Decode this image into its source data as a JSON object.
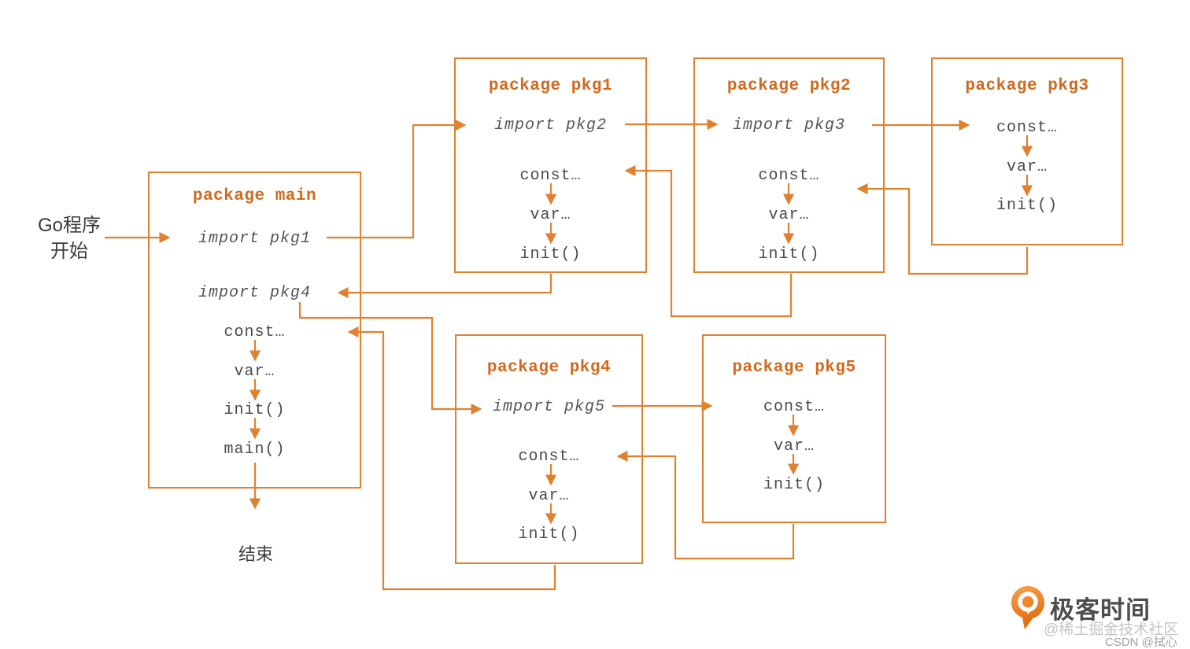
{
  "diagram": {
    "start_label_line1": "Go程序",
    "start_label_line2": "开始",
    "end_label": "结束",
    "boxes": {
      "main": {
        "title": "package main",
        "items": [
          "import pkg1",
          "import pkg4",
          "const…",
          "var…",
          "init()",
          "main()"
        ]
      },
      "pkg1": {
        "title": "package pkg1",
        "items": [
          "import pkg2",
          "const…",
          "var…",
          "init()"
        ]
      },
      "pkg2": {
        "title": "package pkg2",
        "items": [
          "import pkg3",
          "const…",
          "var…",
          "init()"
        ]
      },
      "pkg3": {
        "title": "package pkg3",
        "items": [
          "const…",
          "var…",
          "init()"
        ]
      },
      "pkg4": {
        "title": "package pkg4",
        "items": [
          "import pkg5",
          "const…",
          "var…",
          "init()"
        ]
      },
      "pkg5": {
        "title": "package pkg5",
        "items": [
          "const…",
          "var…",
          "init()"
        ]
      }
    },
    "colors": {
      "accent_line": "#E0812F",
      "title_text": "#D2691E",
      "body_text": "#4A4A4A",
      "label_text": "#3C3C3C",
      "logo_orange": "#E8791E"
    }
  },
  "branding": {
    "logo": "geektime-logo",
    "brand_text": "极客时间",
    "watermark_juejin": "@稀土掘金技术社区",
    "watermark_csdn": "CSDN @拭心"
  }
}
